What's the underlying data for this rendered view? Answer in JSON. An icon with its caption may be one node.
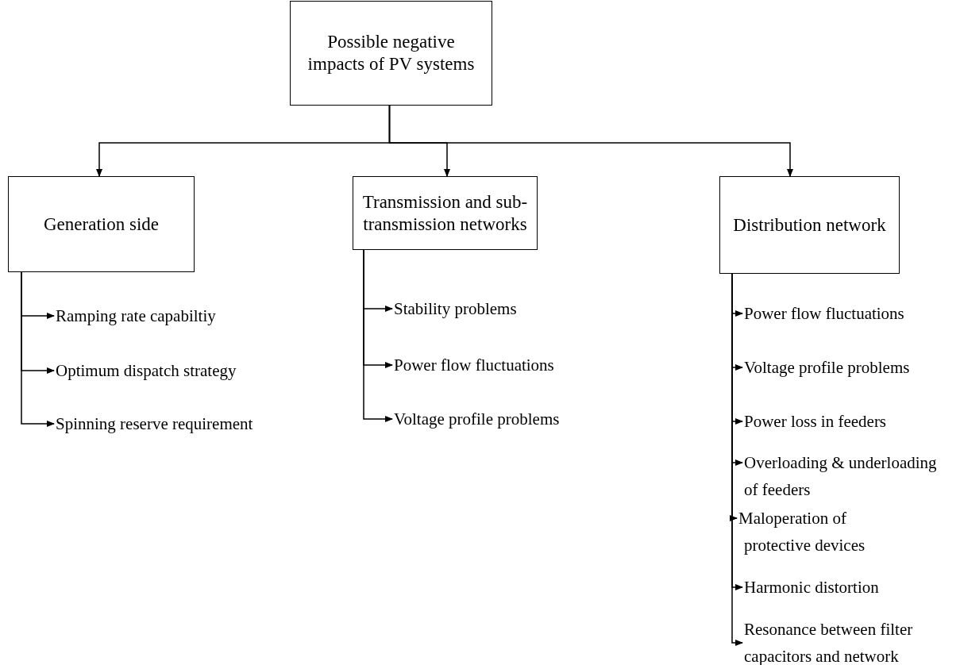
{
  "diagram": {
    "nodes": [
      {
        "text": [
          "Possible negative impacts of PV systems"
        ]
      },
      {
        "text": [
          "Generation side"
        ]
      },
      {
        "text": [
          "Transmission and sub-transmission networks"
        ]
      },
      {
        "text": [
          "Distribution network"
        ]
      },
      {
        "text": [
          "Ramping rate capabiltiy"
        ]
      },
      {
        "text": [
          "Optimum dispatch strategy"
        ]
      },
      {
        "text": [
          "Spinning reserve requirement"
        ]
      },
      {
        "text": [
          "Stability problems"
        ]
      },
      {
        "text": [
          "Power flow fluctuations"
        ]
      },
      {
        "text": [
          "Voltage profile problems"
        ]
      },
      {
        "text": [
          "Power flow fluctuations"
        ]
      },
      {
        "text": [
          "Voltage profile problems"
        ]
      },
      {
        "text": [
          "Power loss in feeders"
        ]
      },
      {
        "text": [
          "Overloading & underloading of feeders"
        ]
      },
      {
        "text": [
          "Maloperation of protective devices"
        ]
      },
      {
        "text": [
          "Harmonic distortion"
        ]
      },
      {
        "text": [
          "Resonance between filter capacitors and network"
        ]
      }
    ],
    "edges": [
      {
        "from": 0,
        "to": 1,
        "arrow": "to"
      },
      {
        "from": 0,
        "to": 2,
        "arrow": "to"
      },
      {
        "from": 0,
        "to": 3,
        "arrow": "to"
      },
      {
        "from": 1,
        "to": 4,
        "arrow": "to"
      },
      {
        "from": 1,
        "to": 5,
        "arrow": "to"
      },
      {
        "from": 1,
        "to": 6,
        "arrow": "to"
      },
      {
        "from": 2,
        "to": 7,
        "arrow": "to"
      },
      {
        "from": 2,
        "to": 8,
        "arrow": "to"
      },
      {
        "from": 2,
        "to": 9,
        "arrow": "to"
      },
      {
        "from": 3,
        "to": 10,
        "arrow": "to"
      },
      {
        "from": 3,
        "to": 11,
        "arrow": "to"
      },
      {
        "from": 3,
        "to": 12,
        "arrow": "to"
      },
      {
        "from": 3,
        "to": 13,
        "arrow": "to"
      },
      {
        "from": 3,
        "to": 14,
        "arrow": "to"
      },
      {
        "from": 3,
        "to": 15,
        "arrow": "to"
      },
      {
        "from": 3,
        "to": 16,
        "arrow": "to"
      }
    ]
  }
}
